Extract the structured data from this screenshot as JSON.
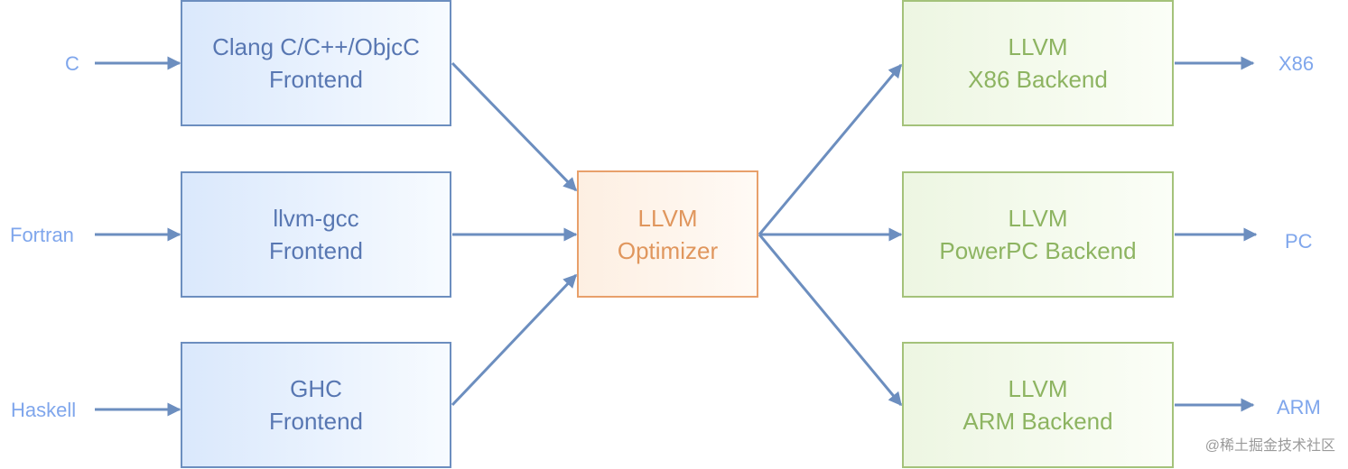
{
  "inputs": {
    "c": "C",
    "fortran": "Fortran",
    "haskell": "Haskell"
  },
  "frontends": {
    "clang": {
      "line1": "Clang C/C++/ObjcC",
      "line2": "Frontend"
    },
    "llvm_gcc": {
      "line1": "llvm-gcc",
      "line2": "Frontend"
    },
    "ghc": {
      "line1": "GHC",
      "line2": "Frontend"
    }
  },
  "optimizer": {
    "line1": "LLVM",
    "line2": "Optimizer"
  },
  "backends": {
    "x86": {
      "line1": "LLVM",
      "line2": "X86 Backend"
    },
    "powerpc": {
      "line1": "LLVM",
      "line2": "PowerPC Backend"
    },
    "arm": {
      "line1": "LLVM",
      "line2": "ARM Backend"
    }
  },
  "outputs": {
    "x86": "X86",
    "pc": "PC",
    "arm": "ARM"
  },
  "watermark": "@稀土掘金技术社区",
  "colors": {
    "edge": "#6c8ebf",
    "io_text": "#7fa6ec",
    "frontend_border": "#6c8ebf",
    "frontend_text": "#5877b2",
    "optimizer_border": "#e8a06b",
    "optimizer_text": "#e0965d",
    "backend_border": "#a4c27a",
    "backend_text": "#8db461"
  }
}
